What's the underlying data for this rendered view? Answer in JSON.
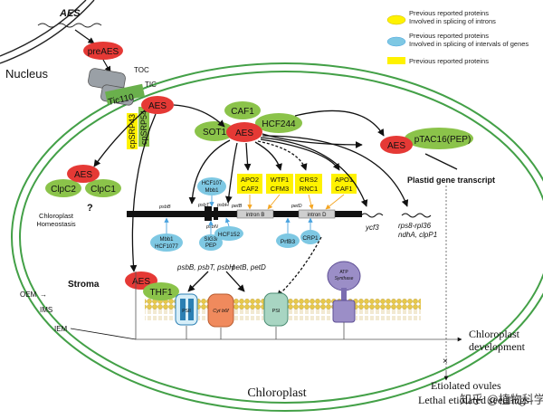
{
  "legend": [
    {
      "line1": "Previous reported proteins",
      "line2": "Involved in splicing of introns"
    },
    {
      "line1": "Previous reported proteins",
      "line2": "Involved in splicing of intervals of genes"
    },
    {
      "line1": "Previous reported proteins",
      "line2": ""
    }
  ],
  "nucleus": {
    "label": "Nucleus",
    "gene": "AES",
    "protein": "preAES"
  },
  "import": {
    "toc": "TOC",
    "tic": "TIC",
    "tic110": "Tic110",
    "srp43": "cpSRP43",
    "srp54": "cpSRP54"
  },
  "proteins": {
    "aes": "AES",
    "caf1": "CAF1",
    "hcf244": "HCF244",
    "sot1": "SOT1",
    "ptac16": "pTAC16(PEP)",
    "clpc2": "ClpC2",
    "clpc1": "ClpC1",
    "thf1": "THF1",
    "apo2": "APO2",
    "caf2": "CAF2",
    "wtf1": "WTF1",
    "cfm3": "CFM3",
    "crs2": "CRS2",
    "rnc1": "RNC1",
    "apo1": "APO1",
    "caf1b": "CAF1",
    "hcf107": "HCF107",
    "mb61": "Mbb1",
    "mbb1": "Mbb1",
    "hcf107b": "HCF1077",
    "sig3": "SIG3/",
    "pep": "PEP",
    "hcf152": "HCF152",
    "prfb3": "PrfB3",
    "crp1": "CRP1"
  },
  "genes": {
    "psbB": "psbB",
    "psbT": "psbT",
    "psbN": "psbN",
    "psbH": "psbH",
    "petB": "petB",
    "intronB": "intron B",
    "petD": "petD",
    "intronD": "intron D",
    "ycf3": "ycf3",
    "rps8": "rps8-rpl36",
    "ndhA": "ndhA, clpP1"
  },
  "texts": {
    "question": "?",
    "homeo1": "Chloroplast",
    "homeo2": "Homeostasis",
    "transcript": "Plastid gene transcript",
    "products1": "psbB, psbT, psbH",
    "products2": "petB, petD",
    "stroma": "Stroma",
    "oem": "OEM",
    "ims": "IMS",
    "iem": "IEM",
    "dev1": "Chloroplast",
    "dev2": "development",
    "etio1": "Etiolated ovules",
    "etio2": "Lethal etiolated seedlings",
    "chloroplast": "Chloroplast",
    "psii": "PSII",
    "cytb6f": "Cyt b6f",
    "psi": "PSI",
    "atp1": "ATP",
    "atp2": "Synthase",
    "watermark": "知乎 @植物科学"
  },
  "colors": {
    "red": "#e53935",
    "green": "#8bc34a",
    "yellow": "#fff200",
    "blue": "#7ec8e3",
    "membrane": "#43a047"
  }
}
